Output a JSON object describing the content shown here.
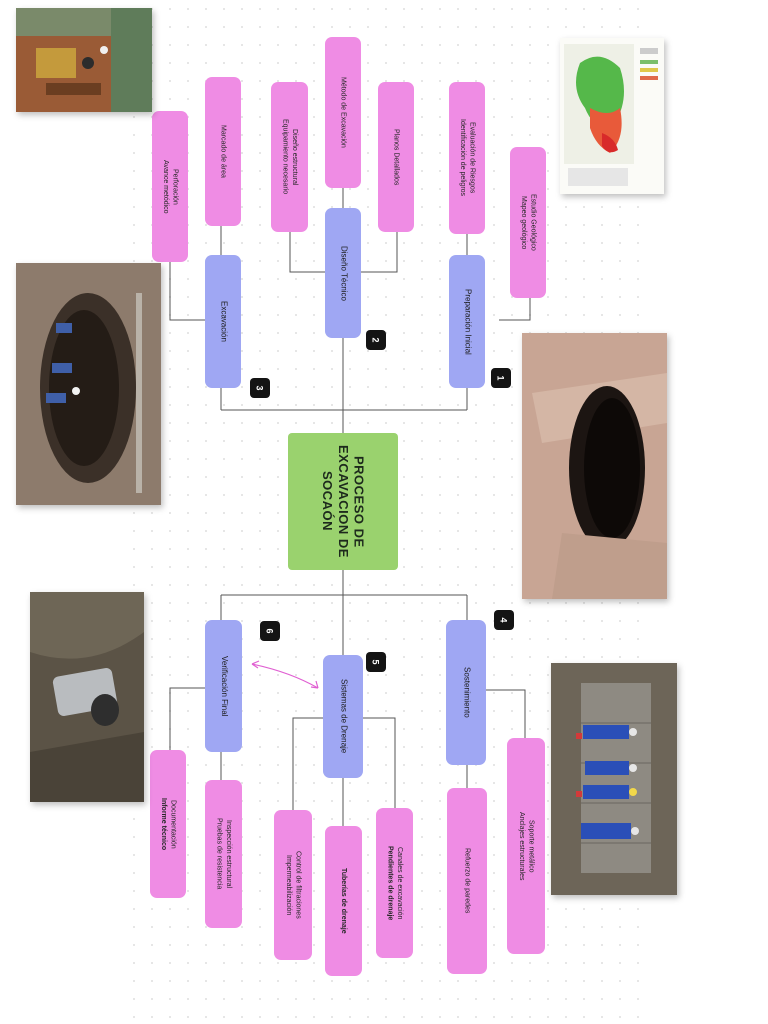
{
  "central": {
    "lines": [
      "PROCESO DE",
      "EXCAVACION DE",
      "SOCAÓN"
    ]
  },
  "branches": {
    "preparacion": {
      "label": "Preparación Inicial",
      "badge": "1",
      "children": [
        {
          "lines": [
            "Evaluación de Riesgos",
            "Identificación de peligros"
          ]
        },
        {
          "lines": [
            "Estudio Geológico",
            "Mapeo geológico"
          ]
        }
      ]
    },
    "diseno": {
      "label": "Diseño Técnico",
      "badge": "2",
      "children": [
        {
          "lines": [
            "Diseño estructural",
            "Equipamiento necesario"
          ]
        },
        {
          "lines": [
            "Método de Excavación"
          ]
        },
        {
          "lines": [
            "Planos Detallados"
          ]
        }
      ]
    },
    "excavacion": {
      "label": "Excavación",
      "badge": "3",
      "children": [
        {
          "lines": [
            "Perforación",
            "Avance metódico"
          ]
        },
        {
          "lines": [
            "Marcado de área"
          ]
        }
      ]
    },
    "sostenimiento": {
      "label": "Sostenimiento",
      "badge": "4",
      "children": [
        {
          "lines": [
            "Refuerzo de paredes"
          ]
        },
        {
          "lines": [
            "Soporte metálico",
            "Anclajes estructurales"
          ]
        }
      ]
    },
    "drenaje": {
      "label": "Sistemas de Drenaje",
      "badge": "5",
      "children": [
        {
          "lines": [
            "Control de filtraciones",
            "Impermeabilización"
          ]
        },
        {
          "lines": [
            "Tuberías de drenaje"
          ]
        },
        {
          "lines": [
            "Canales de excavación",
            "Pendientes de drenaje"
          ]
        }
      ]
    },
    "verificacion": {
      "label": "Verificación Final",
      "badge": "6",
      "children": [
        {
          "lines": [
            "Documentación",
            "Informe técnico"
          ]
        },
        {
          "lines": [
            "Inspección estructural",
            "Pruebas de resistencia"
          ]
        }
      ]
    }
  },
  "colors": {
    "leaf": "#ef8ce4",
    "branch": "#9fa7f3",
    "center": "#9ad26e",
    "badge": "#141414",
    "arrow": "#e05fd2"
  }
}
